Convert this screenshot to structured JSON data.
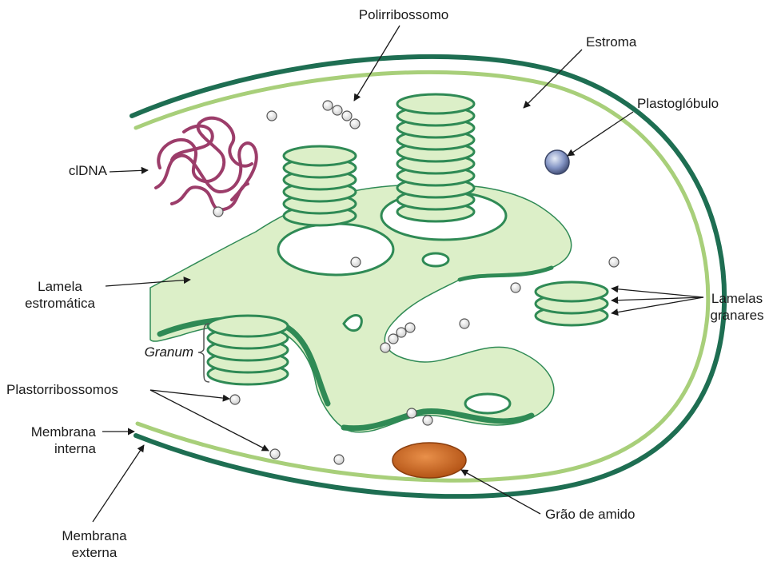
{
  "labels": {
    "polirribossomo": "Polirribossomo",
    "estroma": "Estroma",
    "plastoglobulo": "Plastoglóbulo",
    "cldna": "clDNA",
    "lamela_estromatica_1": "Lamela",
    "lamela_estromatica_2": "estromática",
    "lamelas_granares_1": "Lamelas",
    "lamelas_granares_2": "granares",
    "granum": "Granum",
    "plastorribossomos": "Plastorribossomos",
    "membrana_interna_1": "Membrana",
    "membrana_interna_2": "interna",
    "membrana_externa_1": "Membrana",
    "membrana_externa_2": "externa",
    "grao_de_amido": "Grão de amido"
  },
  "colors": {
    "outer_membrane": "#1e6e52",
    "inner_membrane": "#a8cf7a",
    "thylakoid_fill": "#dcefc8",
    "thylakoid_dark": "#2f8a55",
    "dna": "#9c3d6a",
    "plastoglobule": "#8394c4",
    "starch": "#c9621e",
    "ribosome": "#f2f2f2"
  }
}
